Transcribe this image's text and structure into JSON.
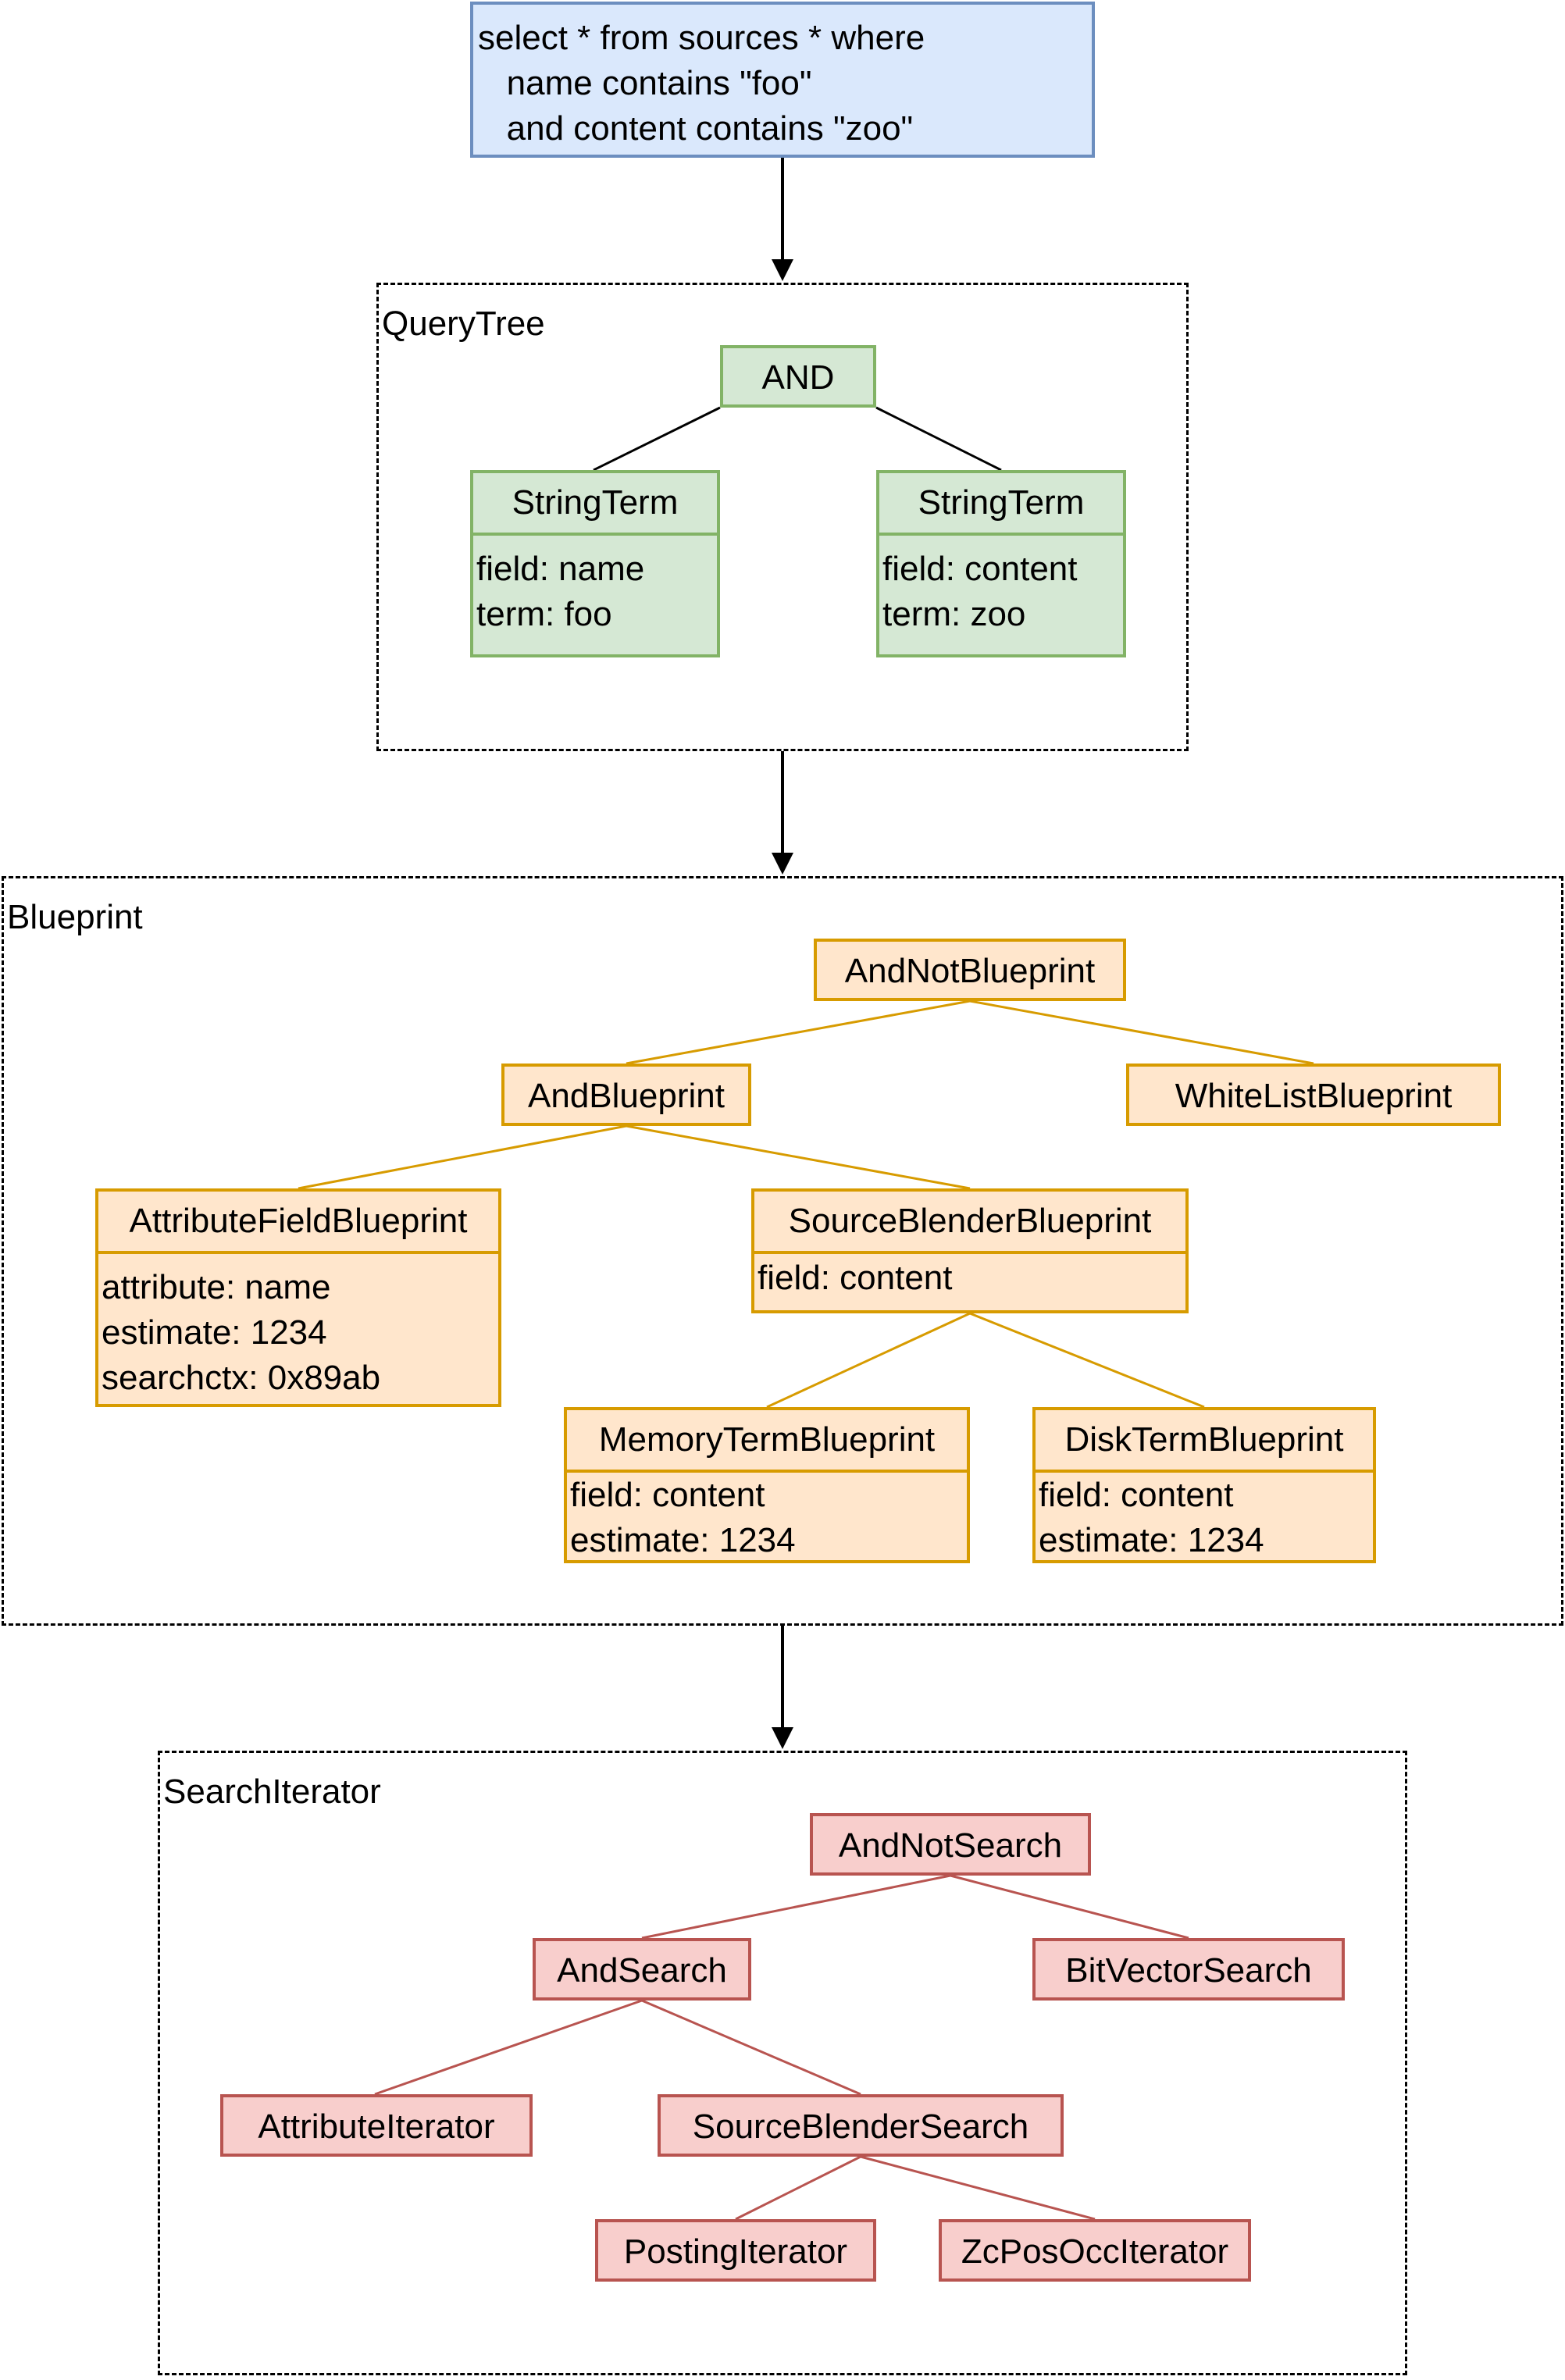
{
  "query": {
    "lines": [
      "select * from sources * where",
      "   name contains \"foo\"",
      "   and content contains \"zoo\""
    ]
  },
  "groups": {
    "querytree": "QueryTree",
    "blueprint": "Blueprint",
    "searchiterator": "SearchIterator"
  },
  "querytree": {
    "and": "AND",
    "term1": {
      "title": "StringTerm",
      "lines": [
        "field: name",
        "term: foo"
      ]
    },
    "term2": {
      "title": "StringTerm",
      "lines": [
        "field: content",
        "term: zoo"
      ]
    }
  },
  "blueprint": {
    "andnot": "AndNotBlueprint",
    "and": "AndBlueprint",
    "whitelist": "WhiteListBlueprint",
    "attribute": {
      "title": "AttributeFieldBlueprint",
      "lines": [
        "attribute: name",
        "estimate: 1234",
        "searchctx: 0x89ab"
      ]
    },
    "sourceblender": {
      "title": "SourceBlenderBlueprint",
      "lines": [
        "field: content"
      ]
    },
    "memory": {
      "title": "MemoryTermBlueprint",
      "lines": [
        "field: content",
        "estimate: 1234"
      ]
    },
    "disk": {
      "title": "DiskTermBlueprint",
      "lines": [
        "field: content",
        "estimate: 1234"
      ]
    }
  },
  "searchiterator": {
    "andnot": "AndNotSearch",
    "and": "AndSearch",
    "bitvector": "BitVectorSearch",
    "attribute": "AttributeIterator",
    "sourceblender": "SourceBlenderSearch",
    "posting": "PostingIterator",
    "zcpos": "ZcPosOccIterator"
  },
  "colors": {
    "query_fill": "#dae8fc",
    "query_stroke": "#6c8ebf",
    "querytree_fill": "#d5e8d4",
    "querytree_stroke": "#82b366",
    "blueprint_fill": "#ffe6cc",
    "blueprint_stroke": "#d79b00",
    "search_fill": "#f8cecc",
    "search_stroke": "#b85450"
  }
}
